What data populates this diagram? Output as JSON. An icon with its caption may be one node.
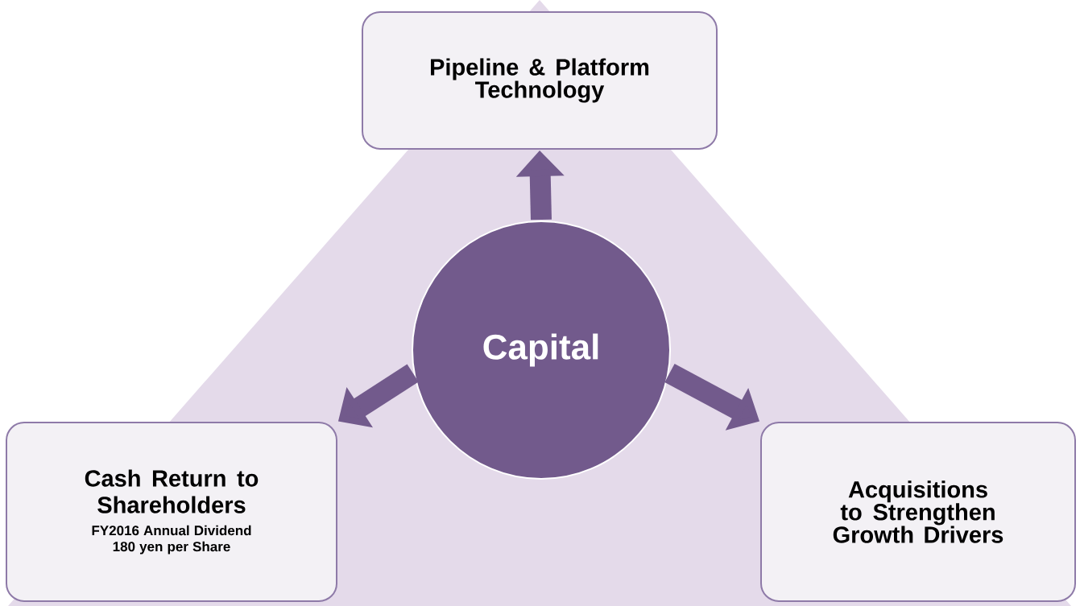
{
  "diagram": {
    "nodes": [
      {
        "text": [
          "Pipeline & Platform Technology"
        ]
      },
      {
        "text": [
          "Capital"
        ]
      },
      {
        "text": [
          "Cash Return to Shareholders",
          "FY2016 Annual Dividend 180  yen per Share"
        ]
      },
      {
        "text": [
          "Acquisitions to Strengthen Growth Drivers"
        ]
      }
    ],
    "edges": [
      {
        "from": 1,
        "to": 0,
        "arrow": "to"
      },
      {
        "from": 1,
        "to": 2,
        "arrow": "to"
      },
      {
        "from": 1,
        "to": 3,
        "arrow": "to"
      }
    ]
  }
}
